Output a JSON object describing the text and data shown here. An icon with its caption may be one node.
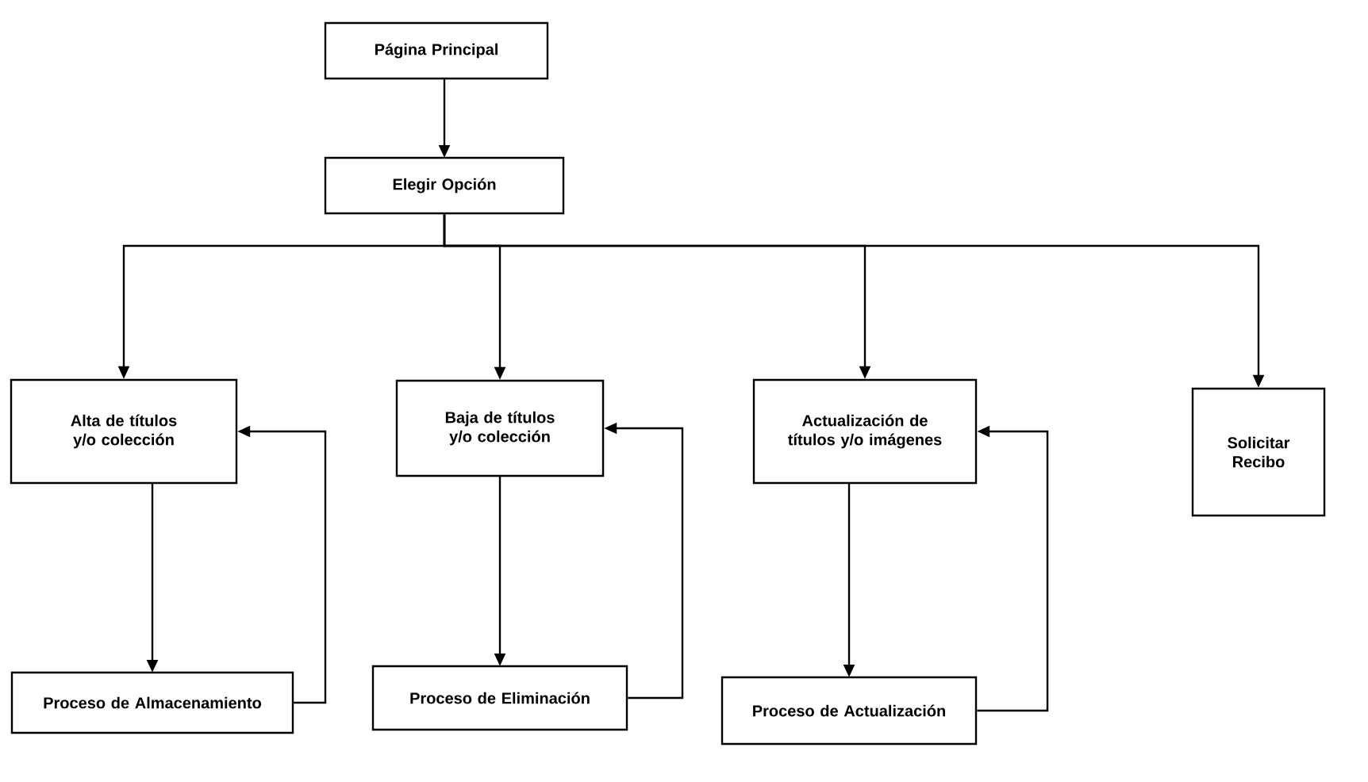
{
  "diagram": {
    "nodes": [
      {
        "text": [
          "Página Principal"
        ]
      },
      {
        "text": [
          "Elegir Opción"
        ]
      },
      {
        "text": [
          "Alta de títulos y/o colección"
        ]
      },
      {
        "text": [
          "Baja de títulos y/o colección"
        ]
      },
      {
        "text": [
          "Actualización de títulos y/o imágenes"
        ]
      },
      {
        "text": [
          "Solicitar Recibo"
        ]
      },
      {
        "text": [
          "Proceso de Almacenamiento"
        ]
      },
      {
        "text": [
          "Proceso de Eliminación"
        ]
      },
      {
        "text": [
          "Proceso de Actualización"
        ]
      }
    ],
    "edges": [
      {
        "from": 0,
        "to": 1,
        "arrow": "to"
      },
      {
        "from": 1,
        "to": 2,
        "arrow": "to"
      },
      {
        "from": 1,
        "to": 3,
        "arrow": "to"
      },
      {
        "from": 1,
        "to": 4,
        "arrow": "to"
      },
      {
        "from": 1,
        "to": 5,
        "arrow": "to"
      },
      {
        "from": 2,
        "to": 6,
        "arrow": "to"
      },
      {
        "from": 6,
        "to": 2,
        "arrow": "to"
      },
      {
        "from": 3,
        "to": 7,
        "arrow": "to"
      },
      {
        "from": 7,
        "to": 3,
        "arrow": "to"
      },
      {
        "from": 4,
        "to": 8,
        "arrow": "to"
      },
      {
        "from": 8,
        "to": 4,
        "arrow": "to"
      }
    ]
  }
}
